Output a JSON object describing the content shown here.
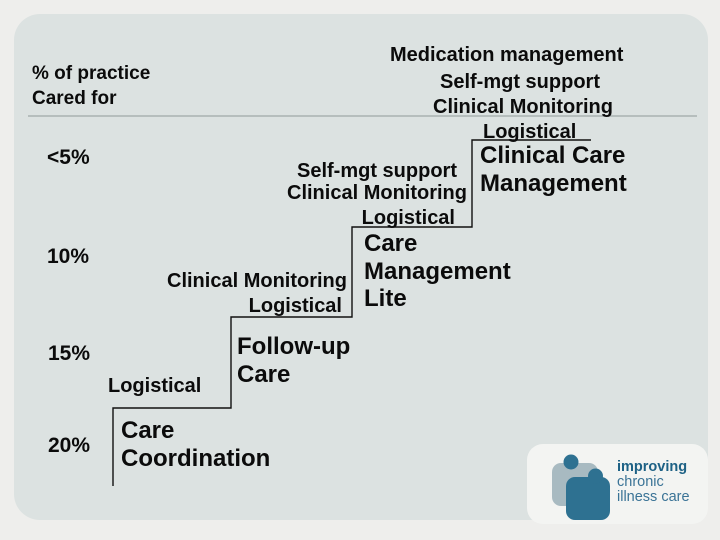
{
  "colors": {
    "background": "#eeeeec",
    "panel": "#dce2e1",
    "notch": "#f3f4f2",
    "divider": "#9fa8a8",
    "step_line": "#111111",
    "text": "#0b0b0b",
    "logo_light": "#a8bac1",
    "logo_dark": "#2e7191",
    "logo_text_bold": "#1d6185",
    "logo_text": "#3a7396"
  },
  "header": {
    "left_lines": [
      "% of practice",
      "Cared for"
    ]
  },
  "levels": [
    {
      "percent": "<5%",
      "label_lines": [
        "Clinical Care",
        "Management"
      ],
      "services": [
        "Medication management",
        "Self-mgt support",
        "Clinical Monitoring",
        "Logistical"
      ]
    },
    {
      "percent": "10%",
      "label_lines": [
        "Care",
        "Management",
        "Lite"
      ],
      "services": [
        "Self-mgt support",
        "Clinical Monitoring",
        "Logistical"
      ]
    },
    {
      "percent": "15%",
      "label_lines": [
        "Follow-up",
        "Care"
      ],
      "services": [
        "Clinical Monitoring",
        "Logistical"
      ]
    },
    {
      "percent": "20%",
      "label_lines": [
        "Care",
        "Coordination"
      ],
      "services": [
        "Logistical"
      ]
    }
  ],
  "logo": {
    "lines": [
      "improving",
      "chronic",
      "illness care"
    ]
  }
}
